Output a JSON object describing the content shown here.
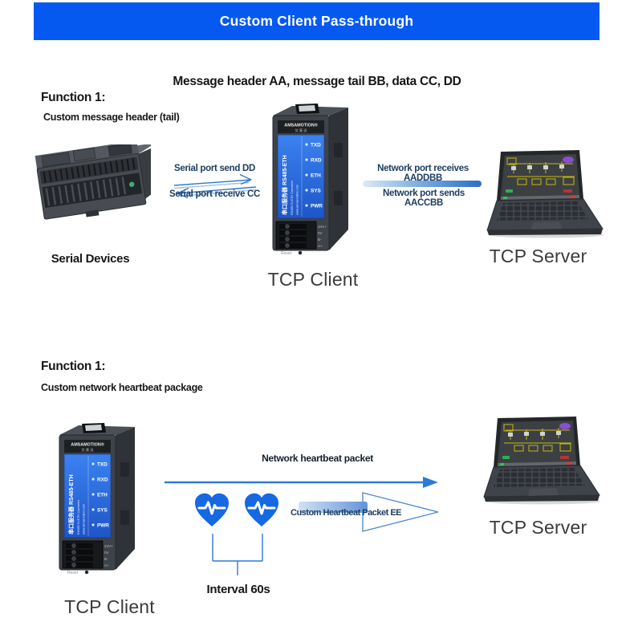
{
  "banner": {
    "title": "Custom Client Pass-through"
  },
  "section1": {
    "heading": "Message header AA, message tail BB, data CC, DD",
    "function_title": "Function 1:",
    "function_subtitle": "Custom message header (tail)",
    "serial_device_label": "Serial Devices",
    "tcp_client_label": "TCP Client",
    "tcp_server_label": "TCP Server",
    "serial_send_label": "Serial port send DD",
    "serial_receive_label": "Serial port receive CC",
    "network_receive_label": "Network port receives AADDBB",
    "network_send_label": "Network port sends AACCBB"
  },
  "section2": {
    "function_title": "Function 1:",
    "function_subtitle": "Custom network heartbeat package",
    "tcp_client_label": "TCP Client",
    "tcp_server_label": "TCP Server",
    "heartbeat_packet_label": "Network heartbeat packet",
    "custom_heartbeat_label": "Custom Heartbeat Packet EE",
    "interval_label": "Interval 60s"
  },
  "device": {
    "brand": "AMSAMOTION®",
    "brand_cn": "艾 莫 迅",
    "model_vertical": "串口服务器 RS485-ETH",
    "model_sub": "RS485 To ETH Converter",
    "website": "www.amsamotion.com",
    "leds": [
      "TXD",
      "RXD",
      "ETH",
      "SYS",
      "PWR"
    ],
    "terminals": [
      "24V+",
      "0V",
      "B-",
      "A+"
    ],
    "reset_label": "Reset"
  },
  "colors": {
    "banner_blue": "#0559f0",
    "arrow_blue": "#2e79d8",
    "heart_blue": "#1668e3",
    "label_navy": "#1d3d60"
  }
}
